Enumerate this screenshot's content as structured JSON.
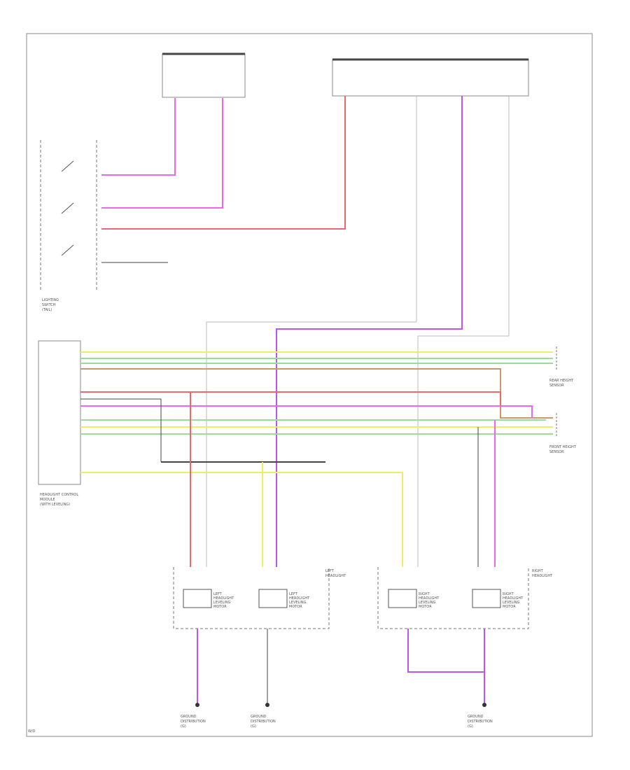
{
  "diagram": {
    "colors": {
      "pink": "#ee66ee",
      "red": "#ee6666",
      "yellow": "#eeee66",
      "green": "#99dd99",
      "orange": "#cc9966",
      "violet": "#bb55ee",
      "gray": "#bbbbbb",
      "dark": "#444444",
      "frame": "#888888"
    },
    "components": {
      "switch_block": [
        "LIGHTING",
        "SWITCH",
        "(TAIL)"
      ],
      "controller": [
        "HEADLIGHT CONTROL",
        "MODULE",
        "(WITH LEVELING)"
      ],
      "front_sensor": [
        "FRONT HEIGHT",
        "SENSOR"
      ],
      "rear_sensor": [
        "REAR HEIGHT",
        "SENSOR"
      ],
      "left_headlight": [
        "LEFT",
        "HEADLIGHT"
      ],
      "right_headlight": [
        "RIGHT",
        "HEADLIGHT"
      ],
      "left_motor_1": [
        "LEFT",
        "HEADLIGHT",
        "LEVELING",
        "MOTOR"
      ],
      "left_motor_2": [
        "LEFT",
        "HEADLIGHT",
        "LEVELING",
        "MOTOR"
      ],
      "right_motor_1": [
        "RIGHT",
        "HEADLIGHT",
        "LEVELING",
        "MOTOR"
      ],
      "right_motor_2": [
        "RIGHT",
        "HEADLIGHT",
        "LEVELING",
        "MOTOR"
      ],
      "ground_1": [
        "GROUND",
        "DISTRIBUTION",
        "(G)"
      ],
      "ground_2": [
        "GROUND",
        "DISTRIBUTION",
        "(G)"
      ],
      "ground_3": [
        "GROUND",
        "DISTRIBUTION",
        "(G)"
      ]
    },
    "page_marker": "W/D"
  }
}
